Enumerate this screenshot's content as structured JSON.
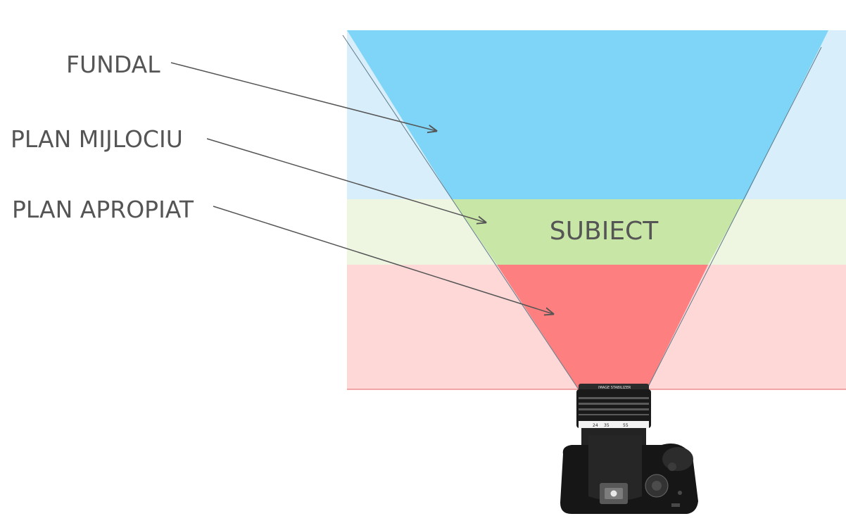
{
  "labels": {
    "background": "FUNDAL",
    "middle_ground": "PLAN MIJLOCIU",
    "foreground": "PLAN APROPIAT",
    "subject": "SUBIECT"
  },
  "colors": {
    "background_band": "#d8eefb",
    "background_cone": "#7fd5f7",
    "middle_band": "#eef6e2",
    "middle_cone": "#c8e6a6",
    "fore_band": "#fed7d7",
    "fore_cone": "#fe7f7f",
    "label_text": "#555555",
    "arrow": "#555555"
  },
  "camera": {
    "lens_markings": [
      "IMAGE STABILIZER",
      "24",
      "35",
      "55"
    ]
  }
}
